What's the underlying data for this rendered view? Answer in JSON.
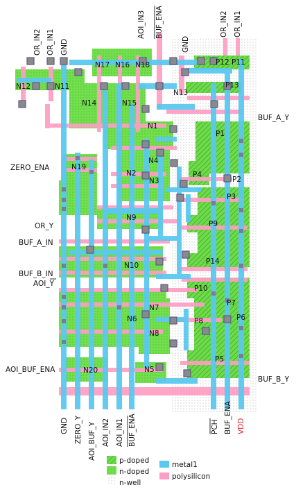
{
  "colors": {
    "metal1": "#5bc8f0",
    "polysilicon": "#ff9ec4",
    "p_doped": "#5ed643",
    "n_doped": "#6fe04a",
    "contact": "#888888",
    "n_well_dots": "#999999",
    "vdd_label": "#dd2222"
  },
  "top_labels": [
    {
      "text": "OR_IN2",
      "overline": false
    },
    {
      "text": "OR_IN1",
      "overline": false
    },
    {
      "text": "GND",
      "overline": false
    },
    {
      "text": "AOI_IN3",
      "overline": false
    },
    {
      "text": "BUF_ENA",
      "overline": true
    },
    {
      "text": "GND",
      "overline": false
    },
    {
      "text": "OR_IN2",
      "overline": false
    },
    {
      "text": "OR_IN1",
      "overline": false
    }
  ],
  "bottom_labels": [
    {
      "text": "GND",
      "overline": false,
      "color": "normal"
    },
    {
      "text": "ZERO_Y",
      "overline": false,
      "color": "normal"
    },
    {
      "text": "AOI_BUF_Y",
      "overline": false,
      "color": "normal"
    },
    {
      "text": "AOI_IN2",
      "overline": false,
      "color": "normal"
    },
    {
      "text": "AOI_IN1",
      "overline": false,
      "color": "normal"
    },
    {
      "text": "BUF_ENA",
      "overline": true,
      "color": "normal"
    },
    {
      "text": "PCH",
      "overline": true,
      "color": "normal"
    },
    {
      "text": "BUF_ENA",
      "overline": false,
      "color": "normal"
    },
    {
      "text": "VDD",
      "overline": false,
      "color": "red"
    }
  ],
  "left_labels": [
    {
      "text": "ZERO_ENA",
      "overline": false
    },
    {
      "text": "OR_Y",
      "overline": false
    },
    {
      "text": "BUF_A_IN",
      "overline": false
    },
    {
      "text": "BUF_B_IN",
      "overline": false
    },
    {
      "text": "AOI_Y",
      "overline": true
    },
    {
      "text": "AOI_BUF_ENA",
      "overline": false
    }
  ],
  "right_labels": [
    {
      "text": "BUF_A_Y"
    },
    {
      "text": "BUF_B_Y"
    }
  ],
  "transistors": [
    "N17",
    "N16",
    "N18",
    "N12",
    "N11",
    "N13",
    "N14",
    "N15",
    "N1",
    "N19",
    "N2",
    "N4",
    "N3",
    "N9",
    "N10",
    "N7",
    "N6",
    "N8",
    "N20",
    "N5",
    "P12",
    "P11",
    "P13",
    "P1",
    "P4",
    "P2",
    "P3",
    "P9",
    "P14",
    "P10",
    "P7",
    "P8",
    "P6",
    "P5"
  ],
  "legend": {
    "p_doped": "p-doped",
    "n_doped": "n-doped",
    "n_well": "n-well",
    "metal1": "metal1",
    "polysilicon": "polysilicon"
  }
}
